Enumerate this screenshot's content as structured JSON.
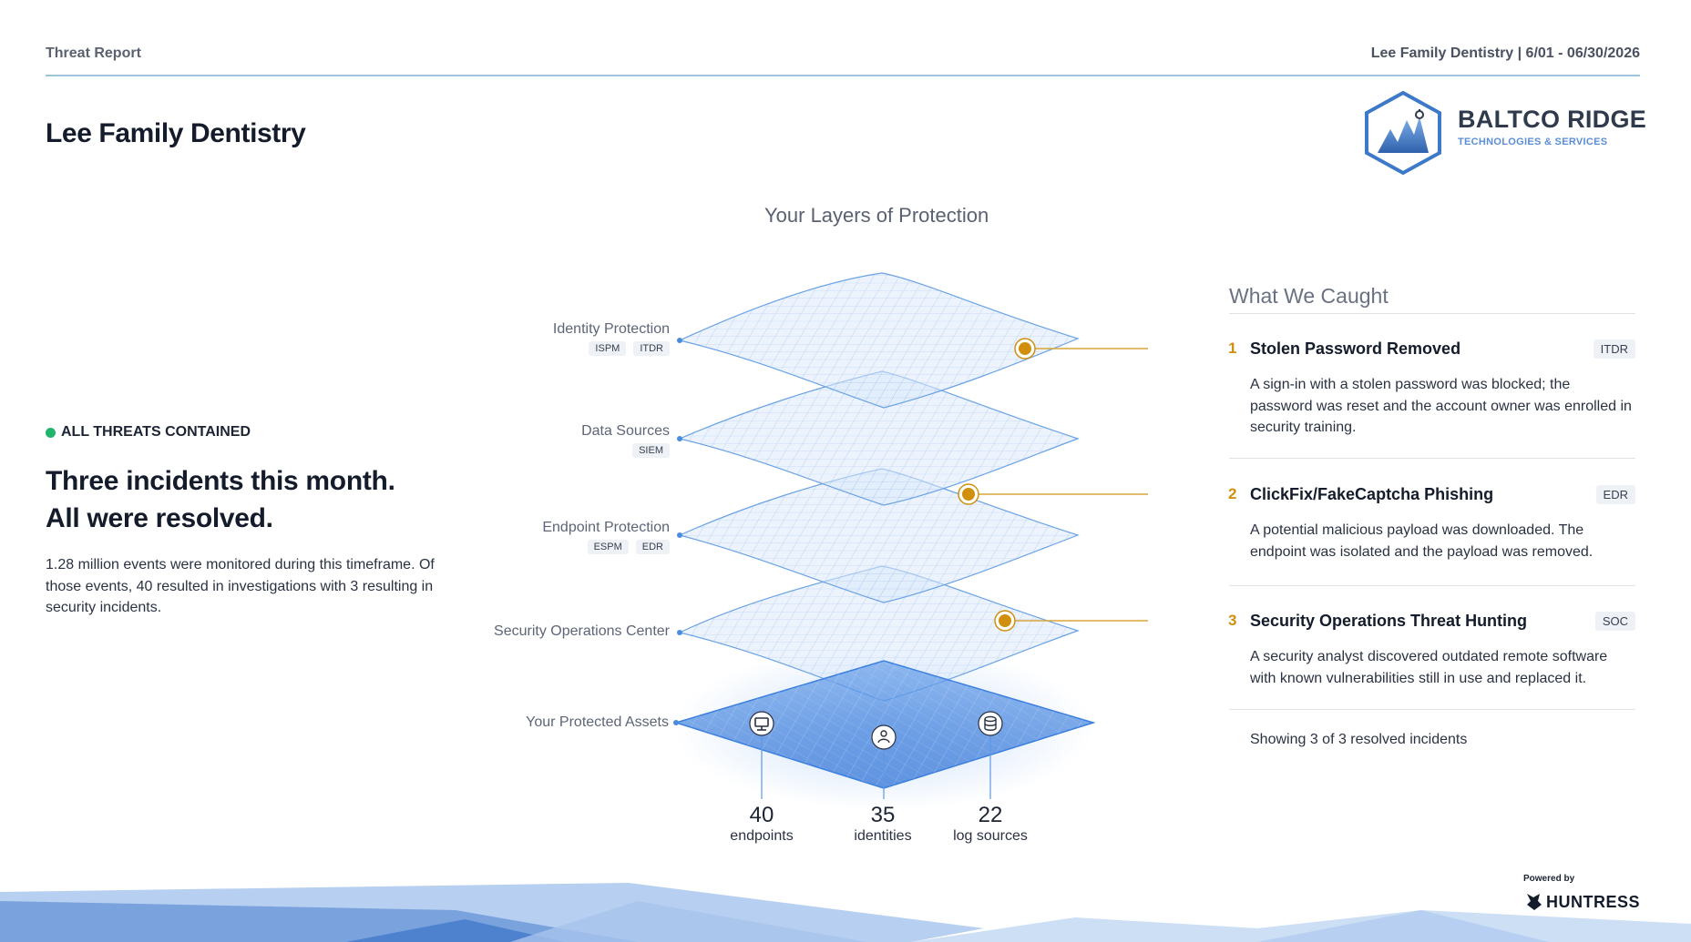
{
  "header": {
    "left": "Threat Report",
    "right": "Lee Family Dentistry | 6/01 - 06/30/2026"
  },
  "client_name": "Lee Family Dentistry",
  "brand": {
    "name": "BALTCO RIDGE",
    "tagline": "TECHNOLOGIES & SERVICES",
    "logo_icon": "mountain-hexagon-logo",
    "color": "#3a6fb8"
  },
  "status": {
    "label": "ALL THREATS CONTAINED",
    "color": "#20b56b"
  },
  "headline": {
    "line1": "Three incidents this month.",
    "line2": "All were resolved."
  },
  "summary": "1.28 million events were monitored during this timeframe. Of those events, 40 resulted in investigations with 3 resulting in security incidents.",
  "layers": {
    "title": "Your Layers of Protection",
    "items": [
      {
        "label": "Identity Protection",
        "tags": [
          "ISPM",
          "ITDR"
        ]
      },
      {
        "label": "Data Sources",
        "tags": [
          "SIEM"
        ]
      },
      {
        "label": "Endpoint Protection",
        "tags": [
          "ESPM",
          "EDR"
        ]
      },
      {
        "label": "Security Operations Center",
        "tags": []
      },
      {
        "label": "Your Protected Assets",
        "tags": []
      }
    ]
  },
  "assets": [
    {
      "value": "40",
      "label": "endpoints",
      "icon": "monitor-icon"
    },
    {
      "value": "35",
      "label": "identities",
      "icon": "user-icon"
    },
    {
      "value": "22",
      "label": "log sources",
      "icon": "database-icon"
    }
  ],
  "caught": {
    "title": "What We Caught",
    "accent_color": "#d0900d",
    "incidents": [
      {
        "number": "1",
        "title": "Stolen Password Removed",
        "tag": "ITDR",
        "description": "A sign-in with a stolen password was blocked; the password was reset and the account owner was enrolled in security training."
      },
      {
        "number": "2",
        "title": "ClickFix/FakeCaptcha Phishing",
        "tag": "EDR",
        "description": "A potential malicious payload was downloaded. The endpoint was isolated and the payload was removed."
      },
      {
        "number": "3",
        "title": "Security Operations Threat Hunting",
        "tag": "SOC",
        "description": "A security analyst discovered outdated remote software with known vulnerabilities still in use and replaced it."
      }
    ],
    "showing": "Showing 3 of 3 resolved incidents"
  },
  "footer": {
    "powered_by": "Powered by",
    "vendor": "HUNTRESS"
  }
}
